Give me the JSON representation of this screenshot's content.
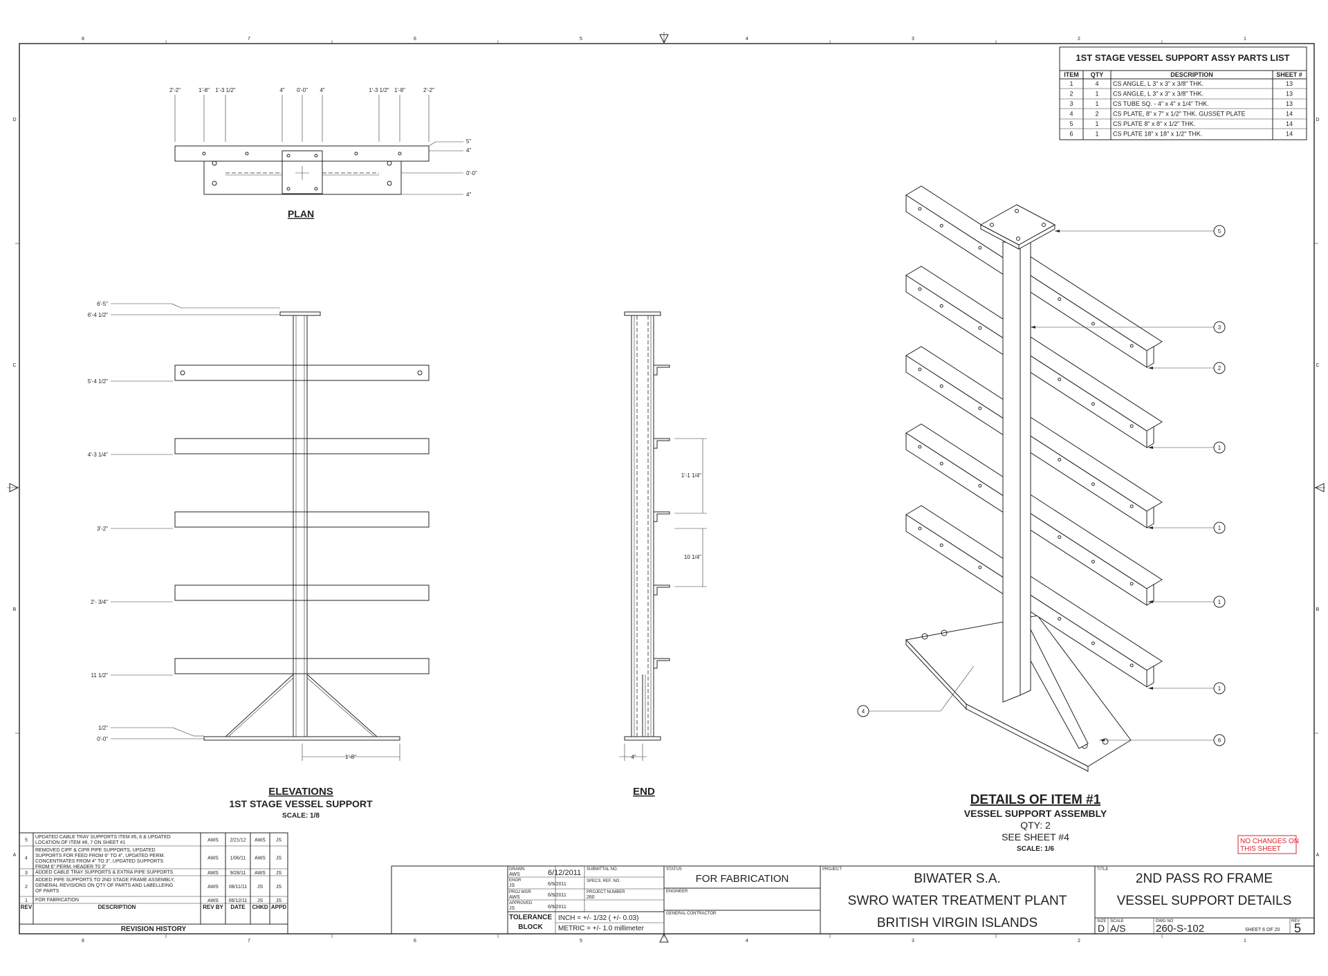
{
  "zone_columns": [
    "8",
    "7",
    "6",
    "5",
    "4",
    "3",
    "2",
    "1"
  ],
  "zone_rows": [
    "D",
    "C",
    "B",
    "A"
  ],
  "parts_list": {
    "title": "1ST STAGE VESSEL SUPPORT ASSY PARTS LIST",
    "headers": [
      "ITEM",
      "QTY",
      "DESCRIPTION",
      "SHEET #"
    ],
    "rows": [
      [
        "1",
        "4",
        "CS ANGLE,  L 3\" x 3\" x 3/8\" THK.",
        "13"
      ],
      [
        "2",
        "1",
        "CS ANGLE,  L 3\" x 3\" x 3/8\" THK.",
        "13"
      ],
      [
        "3",
        "1",
        "CS TUBE SQ. - 4\" x 4\" x 1/4\" THK.",
        "13"
      ],
      [
        "4",
        "2",
        "CS PLATE, 8\" x 7\" x 1/2\" THK. GUSSET PLATE",
        "14"
      ],
      [
        "5",
        "1",
        "CS PLATE 8\" x 8\" x 1/2\" THK.",
        "14"
      ],
      [
        "6",
        "1",
        "CS PLATE 18\" x 18\" x 1/2\" THK.",
        "14"
      ]
    ]
  },
  "plan": {
    "title": "PLAN",
    "top_dims": [
      "2'-2\"",
      "1'-8\"",
      "1'-3 1/2\"",
      "4\"",
      "0'-0\"",
      "4\"",
      "1'-3 1/2\"",
      "1'-8\"",
      "2'-2\""
    ],
    "right_dims": [
      "5\"",
      "4\"",
      "0'-0\"",
      "4\""
    ]
  },
  "elevations": {
    "title": "ELEVATIONS",
    "subtitle": "1ST STAGE VESSEL SUPPORT",
    "scale": "SCALE: 1/8",
    "levels": [
      "6'-5\"",
      "6'-4 1/2\"",
      "5'-4 1/2\"",
      "4'-3 1/4\"",
      "3'-2\"",
      "2'- 3/4\"",
      "11 1/2\"",
      "1/2\"",
      "0'-0\""
    ],
    "bottom_dim": "1'-8\""
  },
  "end_view": {
    "title": "END",
    "dims": [
      "1'-1 1/4\"",
      "10 1/4\"",
      "4\""
    ]
  },
  "details": {
    "title": "DETAILS OF ITEM #1",
    "subtitle": "VESSEL SUPPORT ASSEMBLY",
    "qty": "QTY: 2",
    "see": "SEE SHEET #4",
    "scale": "SCALE: 1/6",
    "balloons": [
      "5",
      "3",
      "2",
      "1",
      "1",
      "1",
      "1",
      "6",
      "4"
    ]
  },
  "note": {
    "line1": "NO CHANGES ON",
    "line2": "THIS SHEET",
    "color": "#d9262c"
  },
  "revisions": {
    "title": "REVISION HISTORY",
    "headers": [
      "REV",
      "DESCRIPTION",
      "REV BY",
      "DATE",
      "CHKD",
      "APPD"
    ],
    "rows": [
      {
        "rev": "5",
        "desc": [
          "UPDATED CABLE TRAY SUPPORTS ITEM #5, 6 & UPDATED",
          "LOCATION OF ITEM #8, 7 ON SHEET #1"
        ],
        "by": "AWS",
        "date": "2/21/12",
        "chkd": "AWS",
        "appd": "JS"
      },
      {
        "rev": "4",
        "desc": [
          "REMOVED CIPF & CIPR PIPE SUPPORTS, UPDATED",
          "SUPPORTS FOR FEED FROM 6\" TO 4\", UPDATED PERM.",
          "CONCENTRATES FROM 4\" TO 3\", UPDATED SUPPORTS",
          "FROM 6\" PERM. HEADER T0 3\""
        ],
        "by": "AWS",
        "date": "1/06/11",
        "chkd": "AWS",
        "appd": "JS"
      },
      {
        "rev": "3",
        "desc": [
          "ADDED CABLE TRAY SUPPORTS & EXTRA PIPE SUPPORTS"
        ],
        "by": "AWS",
        "date": "9/28/11",
        "chkd": "AWS",
        "appd": "JS"
      },
      {
        "rev": "2",
        "desc": [
          "ADDED PIPE SUPPORTS TO 2ND STAGE FRAME ASSEMBLY,",
          "GENERAL REVISIONS ON QTY OF PARTS AND LABELLEING",
          "OF PARTS"
        ],
        "by": "AWS",
        "date": "08/11/11",
        "chkd": "JS",
        "appd": "JS"
      },
      {
        "rev": "1",
        "desc": [
          "FOR FABRICATION"
        ],
        "by": "AWS",
        "date": "06/12/11",
        "chkd": "JS",
        "appd": "JS"
      }
    ]
  },
  "title_block": {
    "drawn_label": "DRAWN",
    "drawn_by": "AWS",
    "drawn_date": "6/12/2011",
    "engr_label": "ENGR",
    "engr_by": "JS",
    "engr_date": "6/9/2011",
    "projmgr_label": "PROJ MGR",
    "projmgr_by": "AWS",
    "projmgr_date": "6/9/2011",
    "approved_label": "APPROVED",
    "approved_by": "JS",
    "approved_date": "6/9/2011",
    "submittal_label": "SUBMITTAL NO.",
    "specs_label": "SPECS. REF. NO.",
    "project_number_label": "PROJECT NUMBER",
    "project_number": "260",
    "tolerance_label_1": "TOLERANCE",
    "tolerance_label_2": "BLOCK",
    "tolerance_inch": "INCH = +/- 1/32 ( +/- 0.03)",
    "tolerance_metric": "METRIC = +/- 1.0 millimeter",
    "status_label": "STATUS",
    "status": "FOR FABRICATION",
    "engineer_label": "ENGINEER",
    "contractor_label": "GENERAL CONTRACTOR",
    "project_label": "PROJECT",
    "project_line1": "BIWATER S.A.",
    "project_line2": "SWRO WATER TREATMENT PLANT",
    "project_line3": "BRITISH VIRGIN ISLANDS",
    "title_label": "TITLE",
    "title_line1": "2ND PASS RO FRAME",
    "title_line2": "VESSEL SUPPORT DETAILS",
    "size_label": "SIZE",
    "size": "D",
    "scale_label": "SCALE",
    "scale": "A/S",
    "dwg_label": "DWG NO",
    "dwg_no": "260-S-102",
    "sheet_text": "SHEET 6  OF 20",
    "rev_label": "REV",
    "rev": "5"
  }
}
